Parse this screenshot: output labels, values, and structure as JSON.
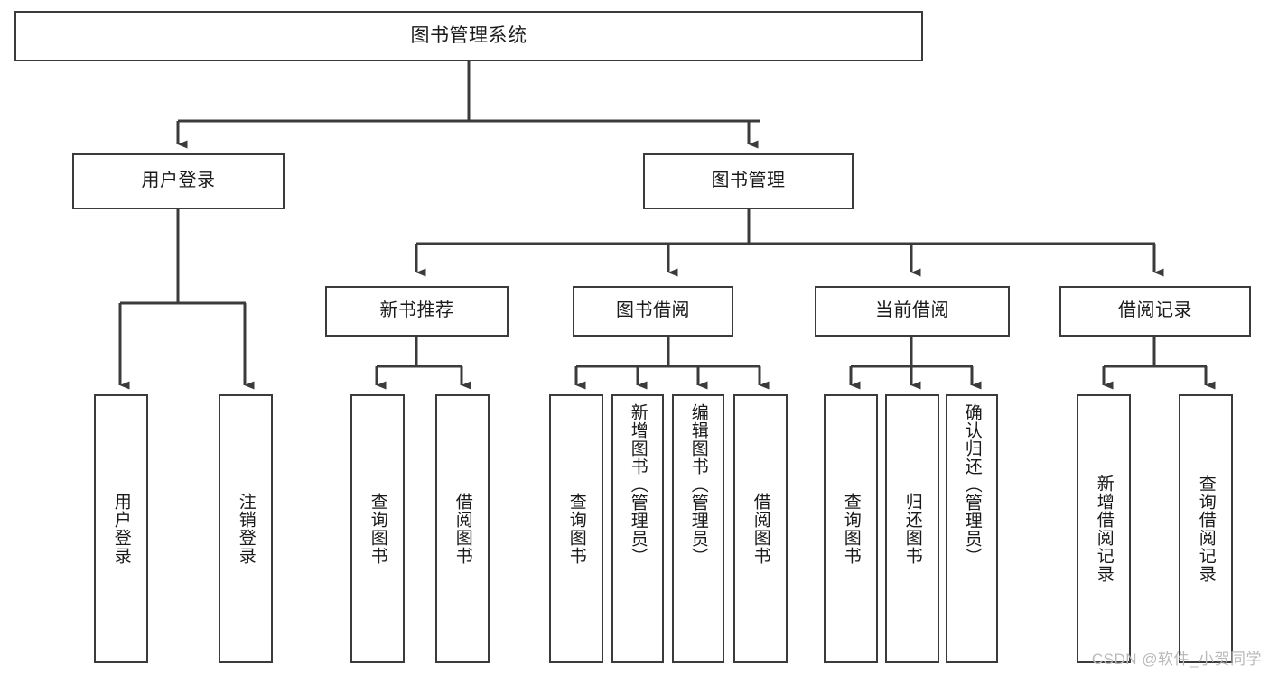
{
  "diagram": {
    "title": "图书管理系统",
    "watermark": "CSDN @软件_小贺同学",
    "colors": {
      "stroke": "#3b3b3b",
      "background": "#ffffff",
      "text": "#1a1a1a",
      "watermark": "#b9b9b9"
    },
    "levels": {
      "level1": [
        {
          "id": "root",
          "label": "图书管理系统"
        }
      ],
      "level2": [
        {
          "id": "user-login",
          "label": "用户登录"
        },
        {
          "id": "book-manage",
          "label": "图书管理"
        }
      ],
      "level3": [
        {
          "id": "new-book-rec",
          "label": "新书推荐"
        },
        {
          "id": "book-borrow",
          "label": "图书借阅"
        },
        {
          "id": "current-borrow",
          "label": "当前借阅"
        },
        {
          "id": "borrow-record",
          "label": "借阅记录"
        }
      ],
      "level4": [
        {
          "id": "leaf-user-login",
          "label": "用户登录",
          "parent": "user-login"
        },
        {
          "id": "leaf-logout-login",
          "label": "注销登录",
          "parent": "user-login"
        },
        {
          "id": "leaf-query-book-1",
          "label": "查询图书",
          "parent": "new-book-rec"
        },
        {
          "id": "leaf-borrow-book-1",
          "label": "借阅图书",
          "parent": "new-book-rec"
        },
        {
          "id": "leaf-query-book-2",
          "label": "查询图书",
          "parent": "book-borrow"
        },
        {
          "id": "leaf-add-book",
          "label": "新增图书（管理员）",
          "parent": "book-borrow"
        },
        {
          "id": "leaf-edit-book",
          "label": "编辑图书（管理员）",
          "parent": "book-borrow"
        },
        {
          "id": "leaf-borrow-book-2",
          "label": "借阅图书",
          "parent": "book-borrow"
        },
        {
          "id": "leaf-query-book-3",
          "label": "查询图书",
          "parent": "current-borrow"
        },
        {
          "id": "leaf-return-book",
          "label": "归还图书",
          "parent": "current-borrow"
        },
        {
          "id": "leaf-confirm-return",
          "label": "确认归还（管理员）",
          "parent": "current-borrow"
        },
        {
          "id": "leaf-add-record",
          "label": "新增借阅记录",
          "parent": "borrow-record"
        },
        {
          "id": "leaf-query-record",
          "label": "查询借阅记录",
          "parent": "borrow-record"
        }
      ]
    }
  }
}
